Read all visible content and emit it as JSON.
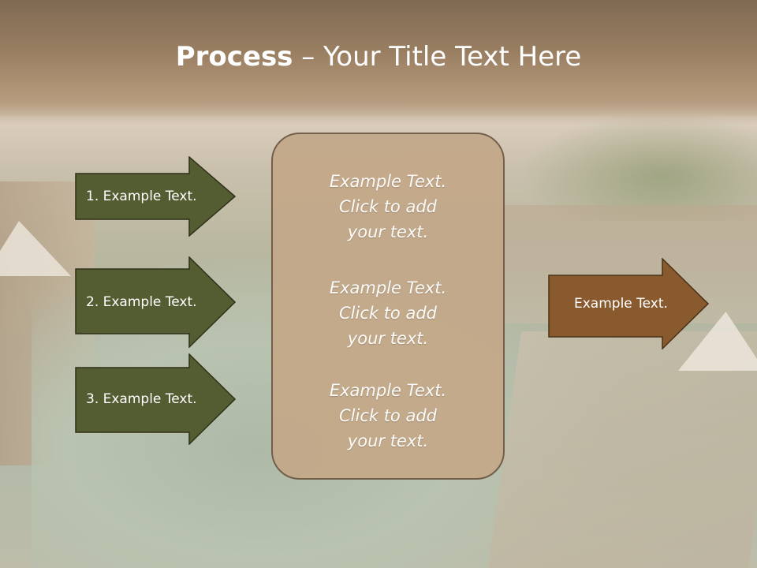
{
  "title": {
    "bold": "Process",
    "rest": " – Your Title Text Here"
  },
  "steps": [
    {
      "label": "1. Example Text."
    },
    {
      "label": "2. Example Text."
    },
    {
      "label": "3. Example Text."
    }
  ],
  "center_blocks": [
    {
      "line1": "Example Text.",
      "line2": "Click  to add",
      "line3": "your text."
    },
    {
      "line1": "Example Text.",
      "line2": "Click  to add",
      "line3": "your text."
    },
    {
      "line1": "Example Text.",
      "line2": "Click  to add",
      "line3": "your text."
    }
  ],
  "output": {
    "label": "Example Text."
  },
  "colors": {
    "step_fill": "#545c31",
    "output_fill": "#8a5a2f",
    "box_fill": "#c4a98a",
    "outline": "#3e3a25"
  }
}
